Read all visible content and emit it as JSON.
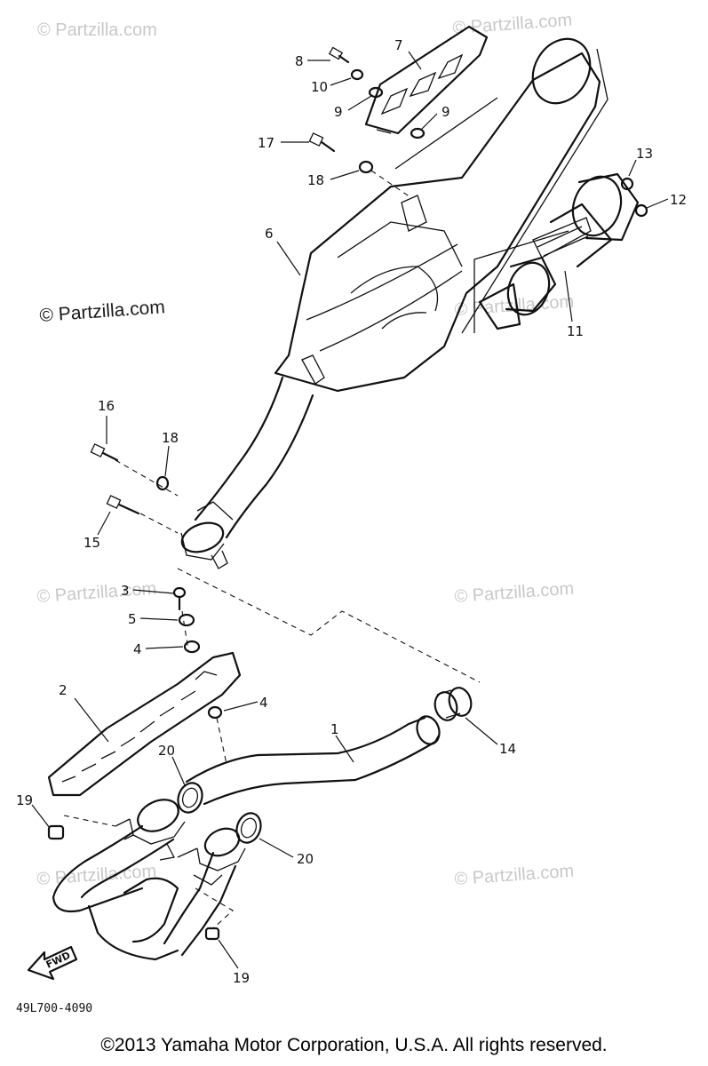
{
  "watermarks": {
    "light": "© Partzilla.com",
    "dark": "© Partzilla.com"
  },
  "diagram_code": "49L700-4090",
  "fwd_label": "FWD",
  "copyright": "©2013  Yamaha Motor Corporation, U.S.A. All rights reserved.",
  "callouts": {
    "c1": "1",
    "c2": "2",
    "c3": "3",
    "c4a": "4",
    "c4b": "4",
    "c5": "5",
    "c6": "6",
    "c7": "7",
    "c8": "8",
    "c9a": "9",
    "c9b": "9",
    "c10": "10",
    "c11": "11",
    "c12": "12",
    "c13": "13",
    "c14": "14",
    "c15": "15",
    "c16": "16",
    "c17": "17",
    "c18a": "18",
    "c18b": "18",
    "c19a": "19",
    "c19b": "19",
    "c20a": "20",
    "c20b": "20"
  }
}
